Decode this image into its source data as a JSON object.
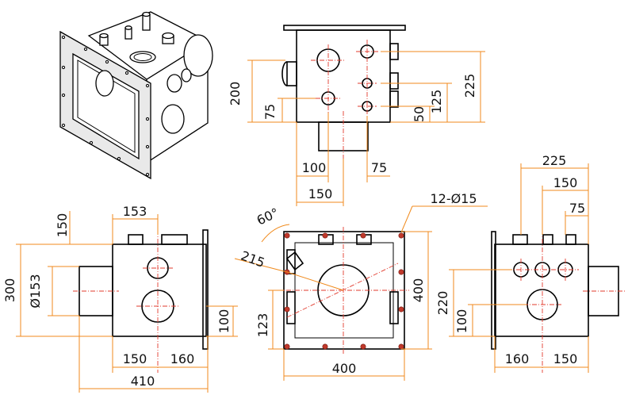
{
  "diagram": {
    "accent_colors": {
      "dimension_line": "#f08a1c",
      "center_line": "#e23b2e",
      "bolt": "#c0392b",
      "part_outline": "#000000"
    },
    "front_view_top": {
      "dims": [
        "200",
        "75",
        "225",
        "125",
        "50",
        "100",
        "75",
        "150"
      ]
    },
    "left_view": {
      "dims": [
        "153",
        "150",
        "300",
        "Ø153",
        "100",
        "150",
        "160",
        "410"
      ]
    },
    "flange_view": {
      "dims": [
        "60°",
        "215",
        "12-Ø15",
        "400",
        "123",
        "400"
      ]
    },
    "right_view": {
      "dims": [
        "225",
        "150",
        "75",
        "220",
        "100",
        "160",
        "150"
      ]
    }
  }
}
